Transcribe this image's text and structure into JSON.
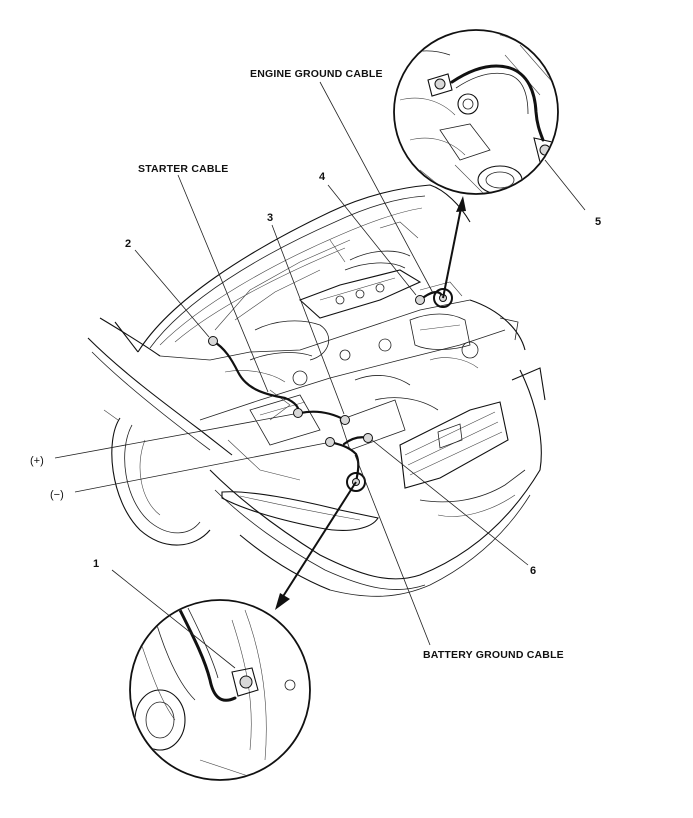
{
  "callouts": {
    "engine_ground_cable": "ENGINE GROUND CABLE",
    "starter_cable": "STARTER CABLE",
    "battery_ground_cable": "BATTERY GROUND CABLE",
    "positive": "(+)",
    "negative": "(−)"
  },
  "numbers": {
    "n1": "1",
    "n2": "2",
    "n3": "3",
    "n4": "4",
    "n5": "5",
    "n6": "6"
  }
}
